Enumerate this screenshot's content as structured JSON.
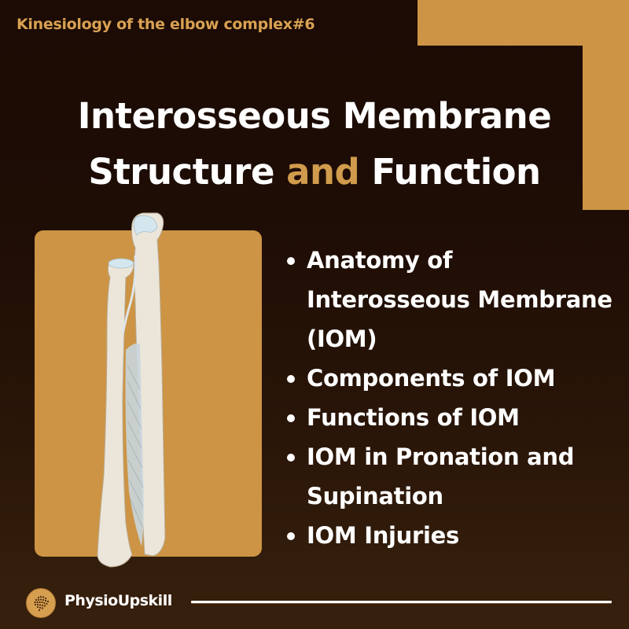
{
  "header": {
    "series_label": "Kinesiology of the elbow complex#6"
  },
  "title": {
    "line1": "Interosseous Membrane",
    "line2_part1": "Structure ",
    "line2_accent": "and",
    "line2_part3": " Function"
  },
  "illustration": {
    "subject": "radius-ulna-interosseous-membrane-illustration"
  },
  "topics": [
    {
      "label": "Anatomy of Interosseous Membrane (IOM)"
    },
    {
      "label": "Components of IOM"
    },
    {
      "label": "Functions of IOM"
    },
    {
      "label": "IOM in Pronation and Supination"
    },
    {
      "label": "IOM Injuries"
    }
  ],
  "footer": {
    "logo_icon": "brain-icon",
    "brand_name": "PhysioUpskill"
  },
  "colors": {
    "background_top": "#1b0b04",
    "background_bottom": "#37200d",
    "accent_gold": "#cc9444",
    "text_white": "#ffffff"
  }
}
